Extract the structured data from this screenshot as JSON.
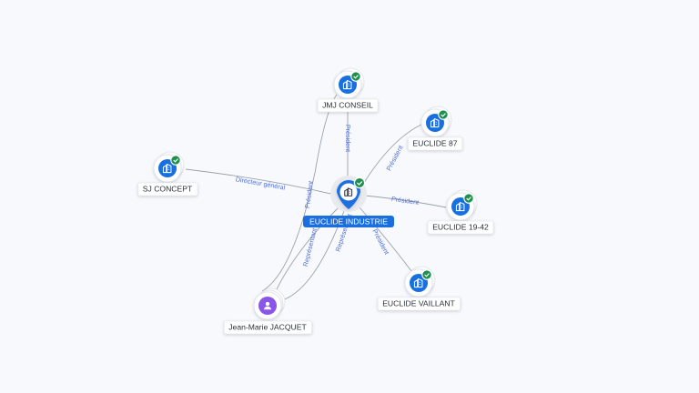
{
  "nodes": [
    {
      "id": "euclide-industrie",
      "label": "EUCLIDE INDUSTRIE",
      "type": "company",
      "main": true,
      "verified": true,
      "icon": "building-icon"
    },
    {
      "id": "jmj-conseil",
      "label": "JMJ CONSEIL",
      "type": "company",
      "verified": true,
      "icon": "building-icon"
    },
    {
      "id": "euclide-87",
      "label": "EUCLIDE 87",
      "type": "company",
      "verified": true,
      "icon": "building-icon"
    },
    {
      "id": "sj-concept",
      "label": "SJ CONCEPT",
      "type": "company",
      "verified": true,
      "icon": "building-icon"
    },
    {
      "id": "euclide-19-42",
      "label": "EUCLIDE 19-42",
      "type": "company",
      "verified": true,
      "icon": "building-icon"
    },
    {
      "id": "euclide-vaillant",
      "label": "EUCLIDE VAILLANT",
      "type": "company",
      "verified": true,
      "icon": "building-icon"
    },
    {
      "id": "jean-marie-jacquet",
      "label": "Jean-Marie JACQUET",
      "type": "person",
      "verified": false,
      "icon": "person-icon"
    }
  ],
  "edges": [
    {
      "id": "e1",
      "from": "jmj-conseil",
      "to": "euclide-industrie",
      "label": "Président"
    },
    {
      "id": "e2",
      "from": "sj-concept",
      "to": "euclide-industrie",
      "label": "Directeur général"
    },
    {
      "id": "e3",
      "from": "euclide-industrie",
      "to": "euclide-87",
      "label": "Président"
    },
    {
      "id": "e4",
      "from": "euclide-industrie",
      "to": "euclide-19-42",
      "label": "Président"
    },
    {
      "id": "e5",
      "from": "euclide-industrie",
      "to": "euclide-vaillant",
      "label": "Président"
    },
    {
      "id": "e6",
      "from": "jean-marie-jacquet",
      "to": "euclide-industrie",
      "label": "Représentant"
    },
    {
      "id": "e7",
      "from": "jean-marie-jacquet",
      "to": "euclide-industrie",
      "label": "Représentant"
    },
    {
      "id": "e8",
      "from": "jean-marie-jacquet",
      "to": "jmj-conseil",
      "label": "Président"
    }
  ],
  "colors": {
    "company_icon": "#1a6fe0",
    "person_icon": "#8a56e8",
    "verified_badge": "#1f8f4e",
    "edge": "#9aa2ad",
    "edge_label": "#4d6fd8",
    "main_label_bg": "#1a6fe0",
    "main_label_text": "#ffffff",
    "background": "#f8f9fc"
  }
}
